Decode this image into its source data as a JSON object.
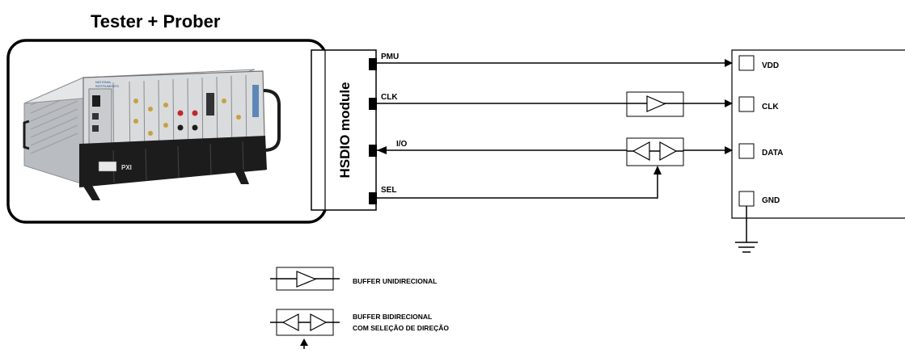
{
  "title": "Tester + Prober",
  "module_label": "HSDIO module",
  "signals": {
    "pmu": "PMU",
    "clk": "CLK",
    "io": "I/O",
    "sel": "SEL"
  },
  "dut_pins": {
    "vdd": "VDD",
    "clk": "CLK",
    "data": "DATA",
    "gnd": "GND"
  },
  "legend": {
    "unidirectional": "BUFFER UNIDIRECIONAL",
    "bidirectional_line1": "BUFFER BIDIRECIONAL",
    "bidirectional_line2": "COM SELEÇÃO DE DIREÇÃO"
  },
  "instrument": {
    "brand_line1": "NATIONAL",
    "brand_line2": "INSTRUMENTS",
    "model": "PXI"
  },
  "colors": {
    "line": "#000000",
    "chassis_body": "#d9dbdd",
    "chassis_dark": "#1c1c1c",
    "accent_red": "#c0282d",
    "accent_gold": "#c8a040"
  }
}
